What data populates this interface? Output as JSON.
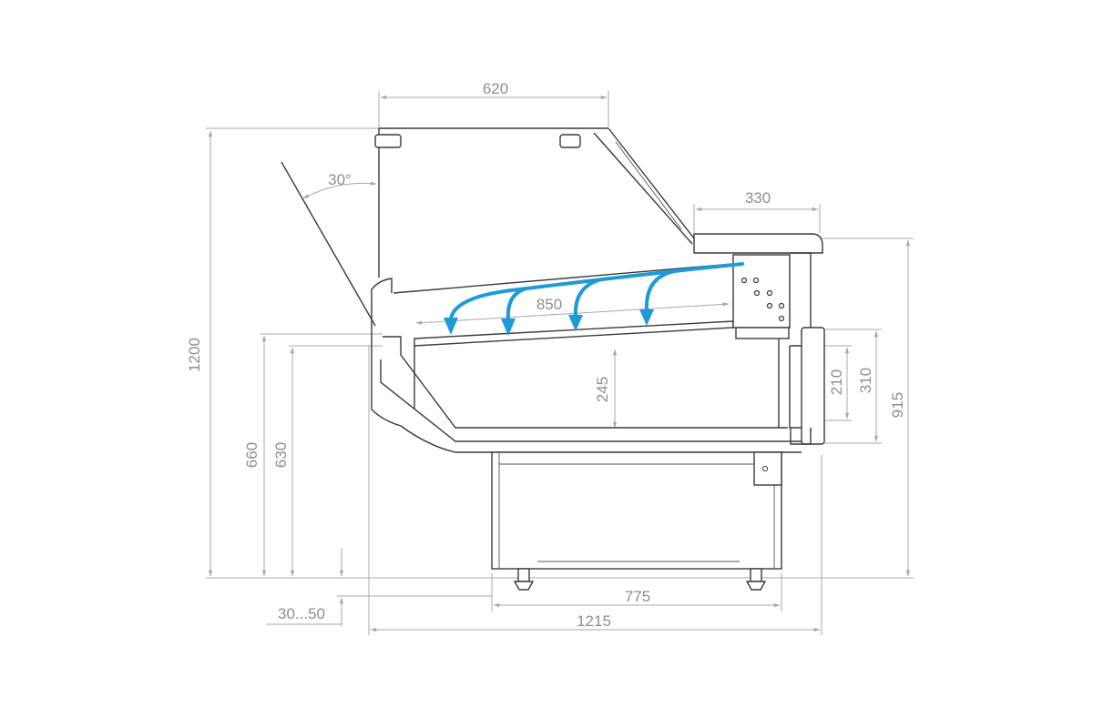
{
  "diagram": {
    "title": "Refrigerated display counter side section",
    "dimensions": {
      "top_glass_width": "620",
      "open_angle": "30°",
      "rear_shelf_width": "330",
      "display_depth": "850",
      "well_depth": "245",
      "total_height": "1200",
      "front_height_1": "660",
      "front_height_2": "630",
      "foot_adjust": "30...50",
      "base_width": "775",
      "total_depth": "1215",
      "rear_height": "915",
      "rear_opening_outer": "310",
      "rear_opening_inner": "210"
    },
    "colors": {
      "airflow": "#1f9ad8",
      "dimension": "#a8a8a8",
      "outline": "#3a3a3a"
    }
  }
}
